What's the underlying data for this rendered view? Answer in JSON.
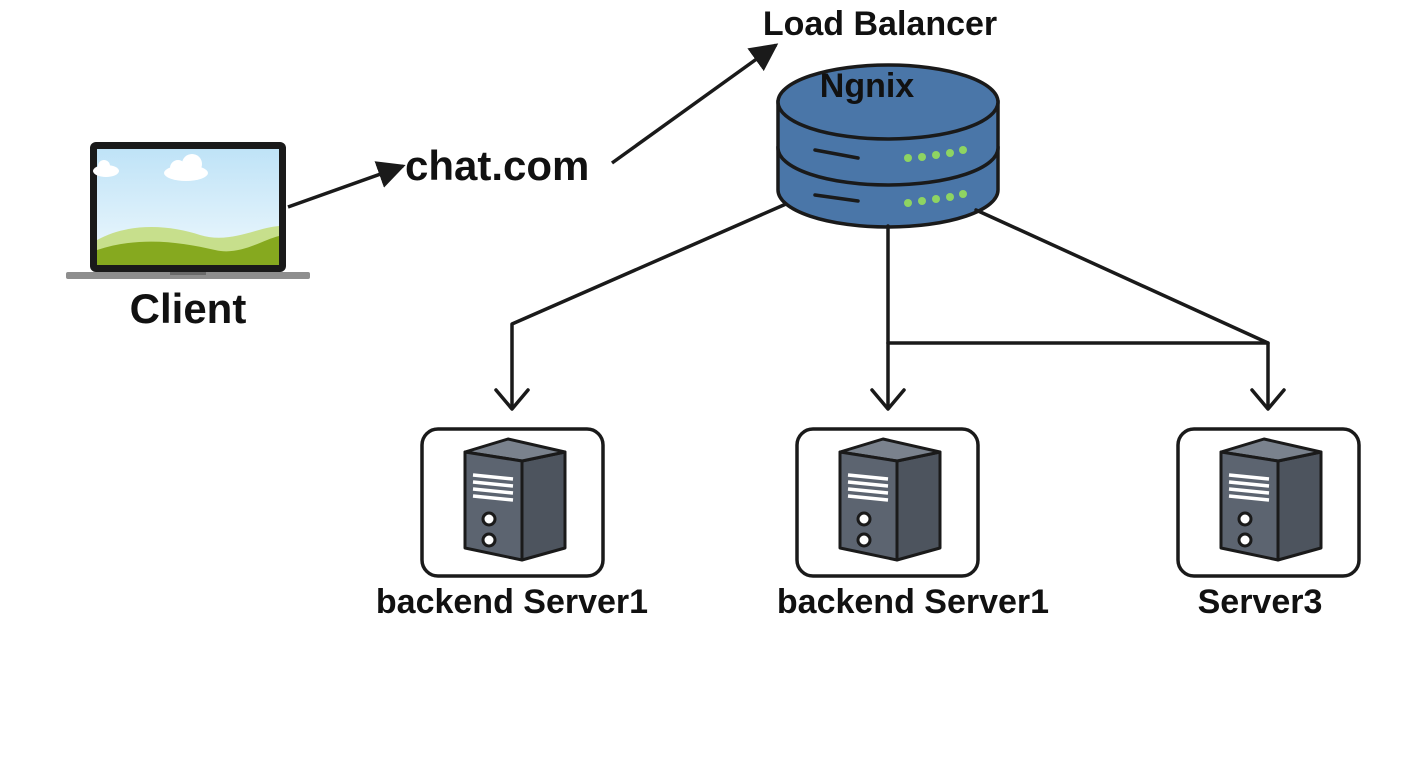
{
  "diagram": {
    "client": {
      "label": "Client",
      "icon": "laptop-icon"
    },
    "domain": {
      "label": "chat.com"
    },
    "load_balancer": {
      "title": "Load Balancer",
      "name": "Ngnix",
      "icon": "server-stack-icon",
      "body_color": "#4a76a8",
      "led_color": "#8ed462"
    },
    "servers": [
      {
        "label": "backend Server1",
        "icon": "server-tower-icon"
      },
      {
        "label": "backend Server1",
        "icon": "server-tower-icon"
      },
      {
        "label": "Server3",
        "icon": "server-tower-icon"
      }
    ],
    "colors": {
      "line": "#1a1a1a",
      "server_body": "#5c6470",
      "sky": "#cde9f8",
      "grass": "#86a91f"
    }
  }
}
